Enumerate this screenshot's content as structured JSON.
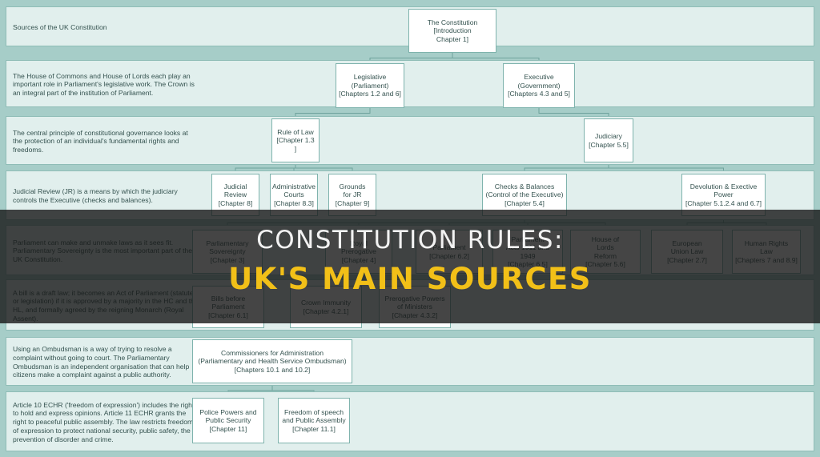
{
  "rows": [
    {
      "text": "Sources of the UK Constitution"
    },
    {
      "text": "The House of Commons and House of Lords each play an important role in Parliament's legislative work. The Crown is an integral part of the institution of Parliament."
    },
    {
      "text": "The central principle of constitutional governance looks at the protection of an individual's fundamental rights and freedoms."
    },
    {
      "text": "Judicial Review (JR) is a means by which the judiciary controls the Executive (checks and balances)."
    },
    {
      "text": "Parliament can make and unmake laws as it sees fit. Parliamentary Sovereignty is the most important part of the UK Constitution."
    },
    {
      "text": "A bill is a draft law; it becomes an Act of Parliament (statute or legislation) if it is approved by a majority in the HC and the HL, and formally agreed by the reigning Monarch (Royal Assent)."
    },
    {
      "text": "Using an Ombudsman is a way of trying to resolve a complaint without going to court. The Parliamentary Ombudsman is an independent organisation that can help citizens make a complaint against a public authority."
    },
    {
      "text": "Article 10 ECHR ('freedom of expression') includes the right to hold and express opinions. Article 11 ECHR grants the right to peaceful public assembly. The law restricts freedom of expression to protect national security, public safety, the prevention of disorder and crime."
    }
  ],
  "nodes": [
    {
      "id": "constitution",
      "lines": [
        "The Constitution",
        "[Introduction",
        "Chapter 1]"
      ]
    },
    {
      "id": "legislative",
      "lines": [
        "Legislative",
        "(Parliament)",
        "[Chapters 1.2 and 6]"
      ]
    },
    {
      "id": "executive",
      "lines": [
        "Executive",
        "(Government)",
        "[Chapters 4.3 and 5]"
      ]
    },
    {
      "id": "rule-of-law",
      "lines": [
        "Rule of Law",
        "[Chapter 1.3 ]"
      ]
    },
    {
      "id": "judiciary",
      "lines": [
        "Judiciary",
        "[Chapter 5.5]"
      ]
    },
    {
      "id": "judicial-review",
      "lines": [
        "Judicial",
        "Review",
        "[Chapter 8]"
      ]
    },
    {
      "id": "administrative-courts",
      "lines": [
        "Administrative",
        "Courts",
        "[Chapter 8.3]"
      ]
    },
    {
      "id": "grounds-for-jr",
      "lines": [
        "Grounds",
        "for JR",
        "[Chapter 9]"
      ]
    },
    {
      "id": "checks-balances",
      "lines": [
        "Checks & Balances",
        "(Control of the Executive)",
        "[Chapter 5.4]"
      ]
    },
    {
      "id": "devolution",
      "lines": [
        "Devolution & Exective",
        "Power",
        "[Chapter 5.1.2.4 and 6.7]"
      ]
    },
    {
      "id": "parliamentary-sovereignty",
      "lines": [
        "Parliamentary",
        "Sovereignty",
        "[Chapter 3]"
      ]
    },
    {
      "id": "royal-prerogative",
      "lines": [
        "Royal",
        "Prerogative",
        "[Chapter 4]"
      ]
    },
    {
      "id": "parliament-acts",
      "lines": [
        "Parliament",
        "[Chapter 6.2]"
      ]
    },
    {
      "id": "acts-1911-1949",
      "lines": [
        "Parliament",
        "Acts 1911 and",
        "1949",
        "[Chapter 6.5]"
      ]
    },
    {
      "id": "house-of-lords-reform",
      "lines": [
        "House of",
        "Lords",
        "Reform",
        "[Chapter 5.6]"
      ]
    },
    {
      "id": "european-union-law",
      "lines": [
        "European",
        "Union Law",
        "[Chapter 2.7]"
      ]
    },
    {
      "id": "human-rights-law",
      "lines": [
        "Human Rights",
        "Law",
        "[Chapters 7 and 8.9]"
      ]
    },
    {
      "id": "bills-before-parliament",
      "lines": [
        "Bills before",
        "Parliament",
        "[Chapter 6.1]"
      ]
    },
    {
      "id": "crown-immunity",
      "lines": [
        "Crown Immunity",
        "[Chapter 4.2.1]"
      ]
    },
    {
      "id": "prerogative-powers",
      "lines": [
        "Prerogative Powers",
        "of Ministers",
        "[Chapter 4.3.2]"
      ]
    },
    {
      "id": "commissioners",
      "lines": [
        "Commissioners for Administration",
        "(Parliamentary and Health Service Ombudsman)",
        "[Chapters 10.1 and 10.2]"
      ]
    },
    {
      "id": "police-powers",
      "lines": [
        "Police Powers and",
        "Public Security",
        "[Chapter 11]"
      ]
    },
    {
      "id": "freedom-of-speech",
      "lines": [
        "Freedom of speech",
        "and Public Assembly",
        "[Chapter 11.1]"
      ]
    }
  ],
  "banner": {
    "title": "CONSTITUTION RULES:",
    "subtitle": "UK'S MAIN SOURCES",
    "title_color": "#f2f2f2",
    "subtitle_color": "#f2c018"
  }
}
